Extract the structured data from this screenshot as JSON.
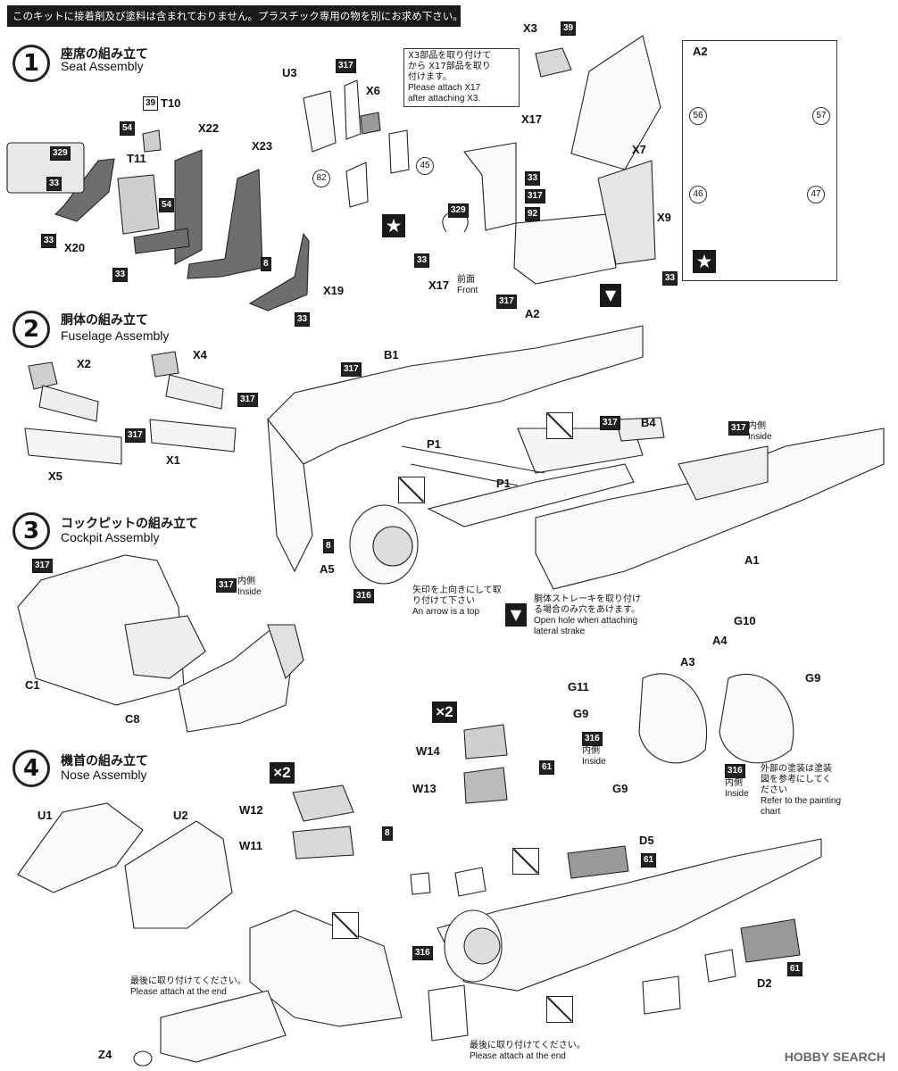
{
  "banner": "このキットに接着剤及び塗料は含まれておりません。プラスチック専用の物を別にお求め下さい。",
  "steps": [
    {
      "num": "1",
      "jp": "座席の組み立て",
      "en": "Seat Assembly"
    },
    {
      "num": "2",
      "jp": "胴体の組み立て",
      "en": "Fuselage Assembly"
    },
    {
      "num": "3",
      "jp": "コックピットの組み立て",
      "en": "Cockpit Assembly"
    },
    {
      "num": "4",
      "jp": "機首の組み立て",
      "en": "Nose Assembly"
    }
  ],
  "labels": {
    "u3": "U3",
    "x6": "X6",
    "x3": "X3",
    "x17": "X17",
    "x7": "X7",
    "x9": "X9",
    "a2": "A2",
    "a2_panel": "A2",
    "t10": "T10",
    "t11": "T11",
    "x22": "X22",
    "x23": "X23",
    "x20": "X20",
    "x19": "X19",
    "x17b": "X17",
    "a2b": "A2",
    "x2": "X2",
    "x4": "X4",
    "x5": "X5",
    "x1": "X1",
    "b1": "B1",
    "b4": "B4",
    "p1a": "P1",
    "p1b": "P1",
    "a5": "A5",
    "a1": "A1",
    "c1": "C1",
    "c8": "C8",
    "w14": "W14",
    "w13": "W13",
    "g11": "G11",
    "g9a": "G9",
    "g9b": "G9",
    "a3": "A3",
    "a4": "A4",
    "g10": "G10",
    "g9c": "G9",
    "u1": "U1",
    "u2": "U2",
    "w12": "W12",
    "w11": "W11",
    "d5": "D5",
    "d2": "D2",
    "z4": "Z4"
  },
  "codes": {
    "c317a": "317",
    "c39a": "39",
    "c54a": "54",
    "c54b": "54",
    "c329a": "329",
    "c33a": "33",
    "c33b": "33",
    "c33c": "33",
    "c33d": "33",
    "c8a": "8",
    "c39b": "39",
    "c33e": "33",
    "c317b": "317",
    "c92": "92",
    "c33f": "33",
    "c329b": "329",
    "c33g": "33",
    "c317c": "317",
    "c33h": "33",
    "c317d": "317",
    "c317e": "317",
    "c317f": "317",
    "c317g": "317",
    "c317h": "317",
    "c8b": "8",
    "c316a": "316",
    "c317i": "317",
    "c317j": "317",
    "c61a": "61",
    "c316b": "316",
    "c316c": "316",
    "c8c": "8",
    "c61b": "61",
    "c316d": "316",
    "c61c": "61"
  },
  "circled": {
    "n82": "82",
    "n45": "45",
    "n56": "56",
    "n57": "57",
    "n46": "46",
    "n47": "47"
  },
  "multipliers": {
    "x2a": "×2",
    "x2b": "×2"
  },
  "notes": {
    "x17_jp": "X3部品を取り付けて\nから X17部品を取り\n付けます。",
    "x17_en": "Please attach X17\nafter attaching X3.",
    "front_jp": "前面",
    "front_en": "Front",
    "inside_jp": "内側",
    "inside_en": "Inside",
    "arrow_jp": "矢印を上向きにして取\nり付けて下さい",
    "arrow_en": "An arrow is a top",
    "strake_jp": "胴体ストレーキを取り付け\nる場合のみ穴をあけます。",
    "strake_en": "Open hole when attaching\nlateral strake",
    "paint_jp": "外部の塗装は塗装\n図を参考にしてく\nださい",
    "paint_en": "Refer to the painting\nchart",
    "end_jp": "最後に取り付けてください。",
    "end_en": "Please attach at the end"
  },
  "watermark": "HOBBY SEARCH"
}
